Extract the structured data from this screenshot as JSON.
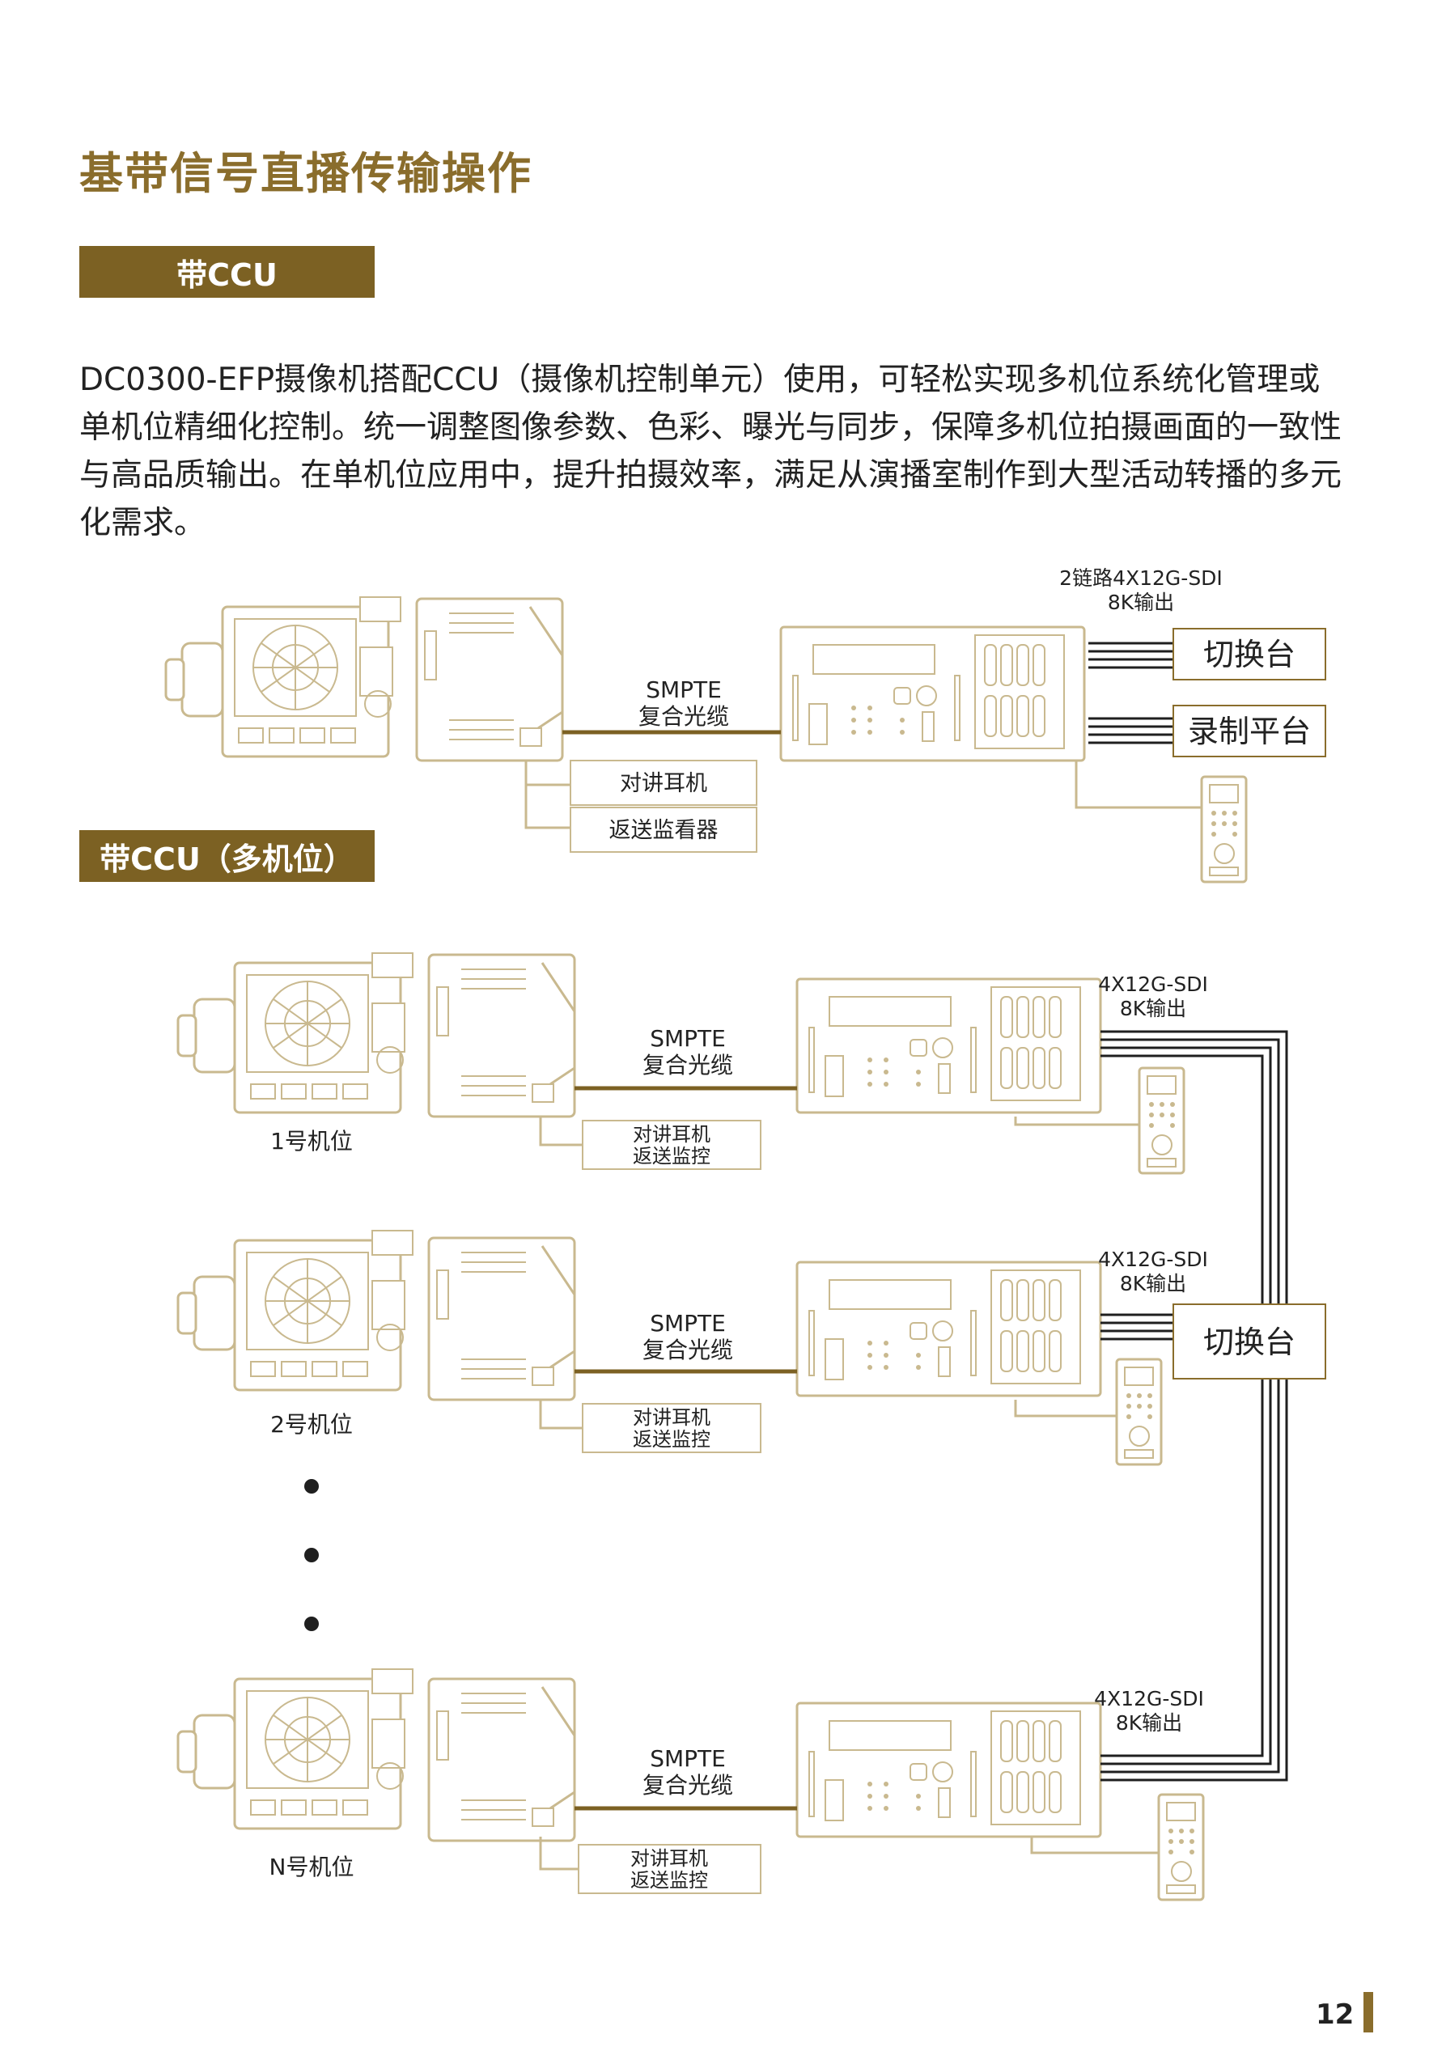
{
  "page": {
    "title": "基带信号直播传输操作",
    "section1_badge": "带CCU",
    "section2_badge": "带CCU（多机位）",
    "intro": "DC0300-EFP摄像机搭配CCU（摄像机控制单元）使用，可轻松实现多机位系统化管理或单机位精细化控制。统一调整图像参数、色彩、曝光与同步，保障多机位拍摄画面的一致性与高品质输出。在单机位应用中，提升拍摄效率，满足从演播室制作到大型活动转播的多元化需求。",
    "page_number": "12"
  },
  "colors": {
    "accent": "#8a6d2c",
    "badge": "#7c6123",
    "line": "#c9b98f",
    "cable": "#7c6123"
  },
  "diagram1": {
    "output_label_line1": "2链路4X12G-SDI",
    "output_label_line2": "8K输出",
    "cable_line1": "SMPTE",
    "cable_line2": "复合光缆",
    "dest1": "切换台",
    "dest2": "录制平台",
    "box1": "对讲耳机",
    "box2": "返送监看器"
  },
  "diagram2": {
    "rows": [
      {
        "camera_label": "1号机位",
        "output_line1": "4X12G-SDI",
        "output_line2": "8K输出",
        "cable_line1": "SMPTE",
        "cable_line2": "复合光缆",
        "box_line1": "对讲耳机",
        "box_line2": "返送监控"
      },
      {
        "camera_label": "2号机位",
        "output_line1": "4X12G-SDI",
        "output_line2": "8K输出",
        "cable_line1": "SMPTE",
        "cable_line2": "复合光缆",
        "box_line1": "对讲耳机",
        "box_line2": "返送监控"
      },
      {
        "camera_label": "N号机位",
        "output_line1": "4X12G-SDI",
        "output_line2": "8K输出",
        "cable_line1": "SMPTE",
        "cable_line2": "复合光缆",
        "box_line1": "对讲耳机",
        "box_line2": "返送监控"
      }
    ],
    "switcher": "切换台"
  },
  "icons": [
    "camera-icon",
    "ccu-adapter-icon",
    "ccu-unit-icon",
    "remote-control-panel-icon",
    "ellipsis-dot-icon"
  ]
}
